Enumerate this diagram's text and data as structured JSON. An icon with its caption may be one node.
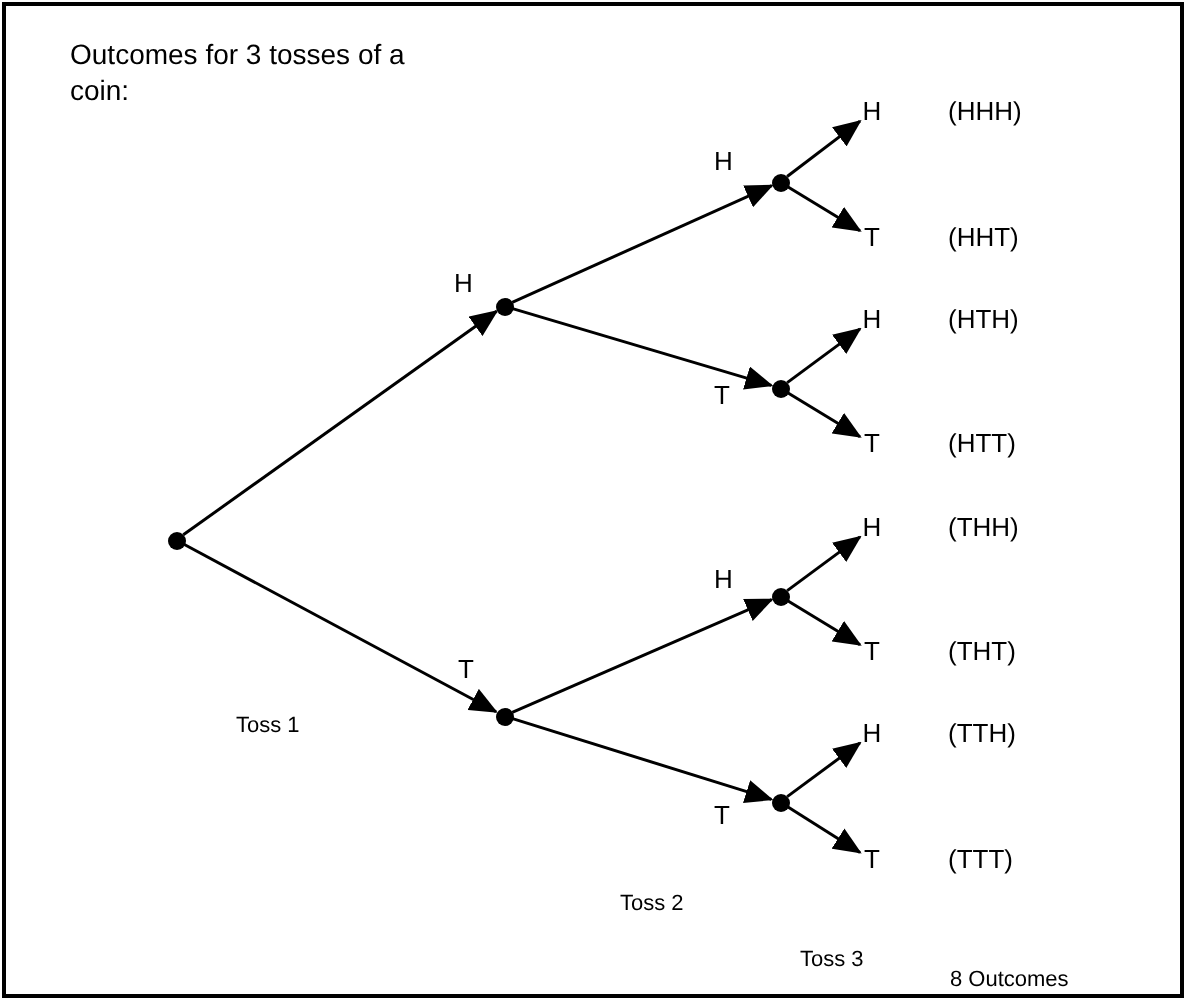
{
  "diagram": {
    "title": "Outcomes for 3 tosses of a coin:",
    "nodes": [
      {
        "text": [],
        "shape": "circle"
      },
      {
        "text": [],
        "shape": "circle"
      },
      {
        "text": [],
        "shape": "circle"
      },
      {
        "text": [],
        "shape": "circle"
      },
      {
        "text": [],
        "shape": "circle"
      },
      {
        "text": [],
        "shape": "circle"
      },
      {
        "text": [],
        "shape": "circle"
      },
      {
        "text": [
          "H"
        ]
      },
      {
        "text": [
          "T"
        ]
      },
      {
        "text": [
          "H"
        ]
      },
      {
        "text": [
          "T"
        ]
      },
      {
        "text": [
          "H"
        ]
      },
      {
        "text": [
          "T"
        ]
      },
      {
        "text": [
          "H"
        ]
      },
      {
        "text": [
          "T"
        ]
      }
    ],
    "edges": [
      {
        "from": 0,
        "to": 1,
        "arrow": "to",
        "label": "H"
      },
      {
        "from": 0,
        "to": 2,
        "arrow": "to",
        "label": "T"
      },
      {
        "from": 1,
        "to": 3,
        "arrow": "to",
        "label": "H"
      },
      {
        "from": 1,
        "to": 4,
        "arrow": "to",
        "label": "T"
      },
      {
        "from": 2,
        "to": 5,
        "arrow": "to",
        "label": "H"
      },
      {
        "from": 2,
        "to": 6,
        "arrow": "to",
        "label": "T"
      },
      {
        "from": 3,
        "to": 7,
        "arrow": "to"
      },
      {
        "from": 3,
        "to": 8,
        "arrow": "to"
      },
      {
        "from": 4,
        "to": 9,
        "arrow": "to"
      },
      {
        "from": 4,
        "to": 10,
        "arrow": "to"
      },
      {
        "from": 5,
        "to": 11,
        "arrow": "to"
      },
      {
        "from": 5,
        "to": 12,
        "arrow": "to"
      },
      {
        "from": 6,
        "to": 13,
        "arrow": "to"
      },
      {
        "from": 6,
        "to": 14,
        "arrow": "to"
      }
    ],
    "labels": [
      "(HHH)",
      "(HHT)",
      "(HTH)",
      "(HTT)",
      "(THH)",
      "(THT)",
      "(TTH)",
      "Toss 1",
      "(TTT)",
      "Toss 2",
      "Toss 3",
      "8 Outcomes"
    ]
  }
}
